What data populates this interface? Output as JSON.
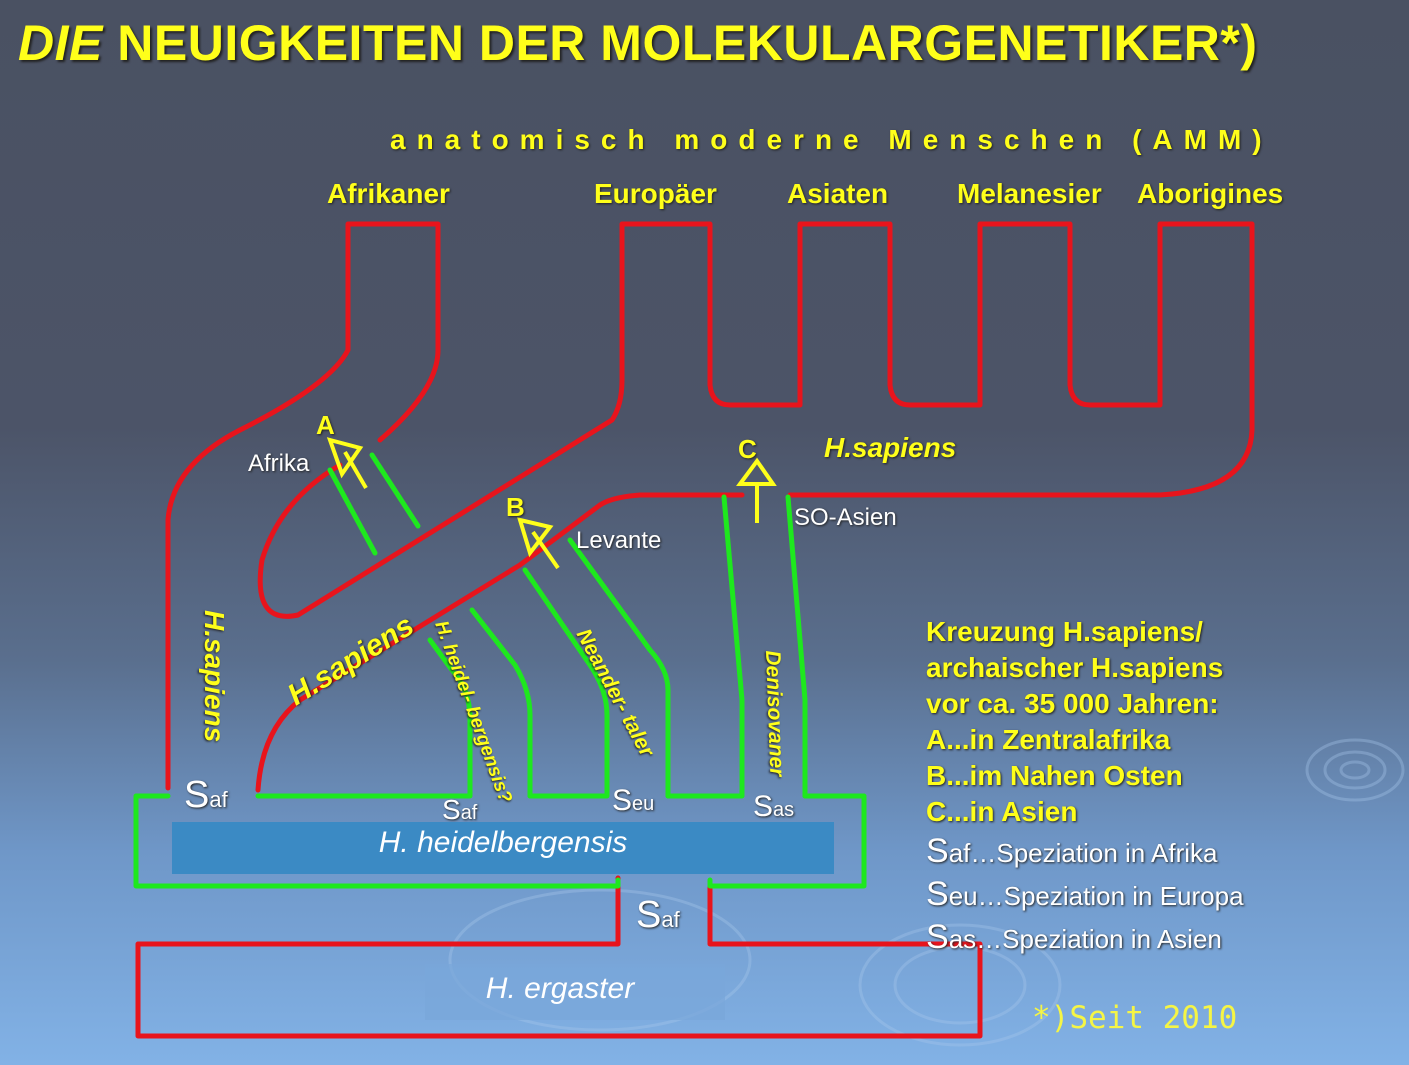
{
  "title": {
    "prefix": "DIE",
    "rest": " NEUIGKEITEN DER MOLEKULARGENETIKER*)"
  },
  "subtitle": "anatomisch moderne Menschen (AMM)",
  "groups": [
    "Afrikaner",
    "Europäer",
    "Asiaten",
    "Melanesier",
    "Aborigines"
  ],
  "labels": {
    "h_sapiens": "H.sapiens",
    "heidelbergensis_branch": "H. heidel- bergensis?",
    "neandertaler": "Neander- taler",
    "denisovaner": "Denisovaner",
    "afrika": "Afrika",
    "levante": "Levante",
    "so_asien": "SO-Asien",
    "point_a": "A",
    "point_b": "B",
    "point_c": "C"
  },
  "speciation": {
    "s": "S",
    "af": "af",
    "eu": "eu",
    "as": "as"
  },
  "boxes": {
    "heidelbergensis": "H. heidelbergensis",
    "ergaster": "H. ergaster"
  },
  "legend": {
    "lines": [
      "Kreuzung H.sapiens/",
      "archaischer H.sapiens",
      "vor ca. 35 000 Jahren:",
      "A...in Zentralafrika",
      "B...im Nahen Osten",
      "C...in Asien"
    ],
    "s_lines": [
      {
        "sub": "af",
        "text": "…Speziation in Afrika"
      },
      {
        "sub": "eu",
        "text": "…Speziation in Europa"
      },
      {
        "sub": "as",
        "text": "…Speziation in Asien"
      }
    ]
  },
  "footnote": "*)Seit 2010",
  "colors": {
    "title": "#ffff1a",
    "red_path": "#e8141c",
    "green_path": "#1ee81e",
    "box_blue": "#3b8ac4",
    "text_white": "#ffffff"
  }
}
